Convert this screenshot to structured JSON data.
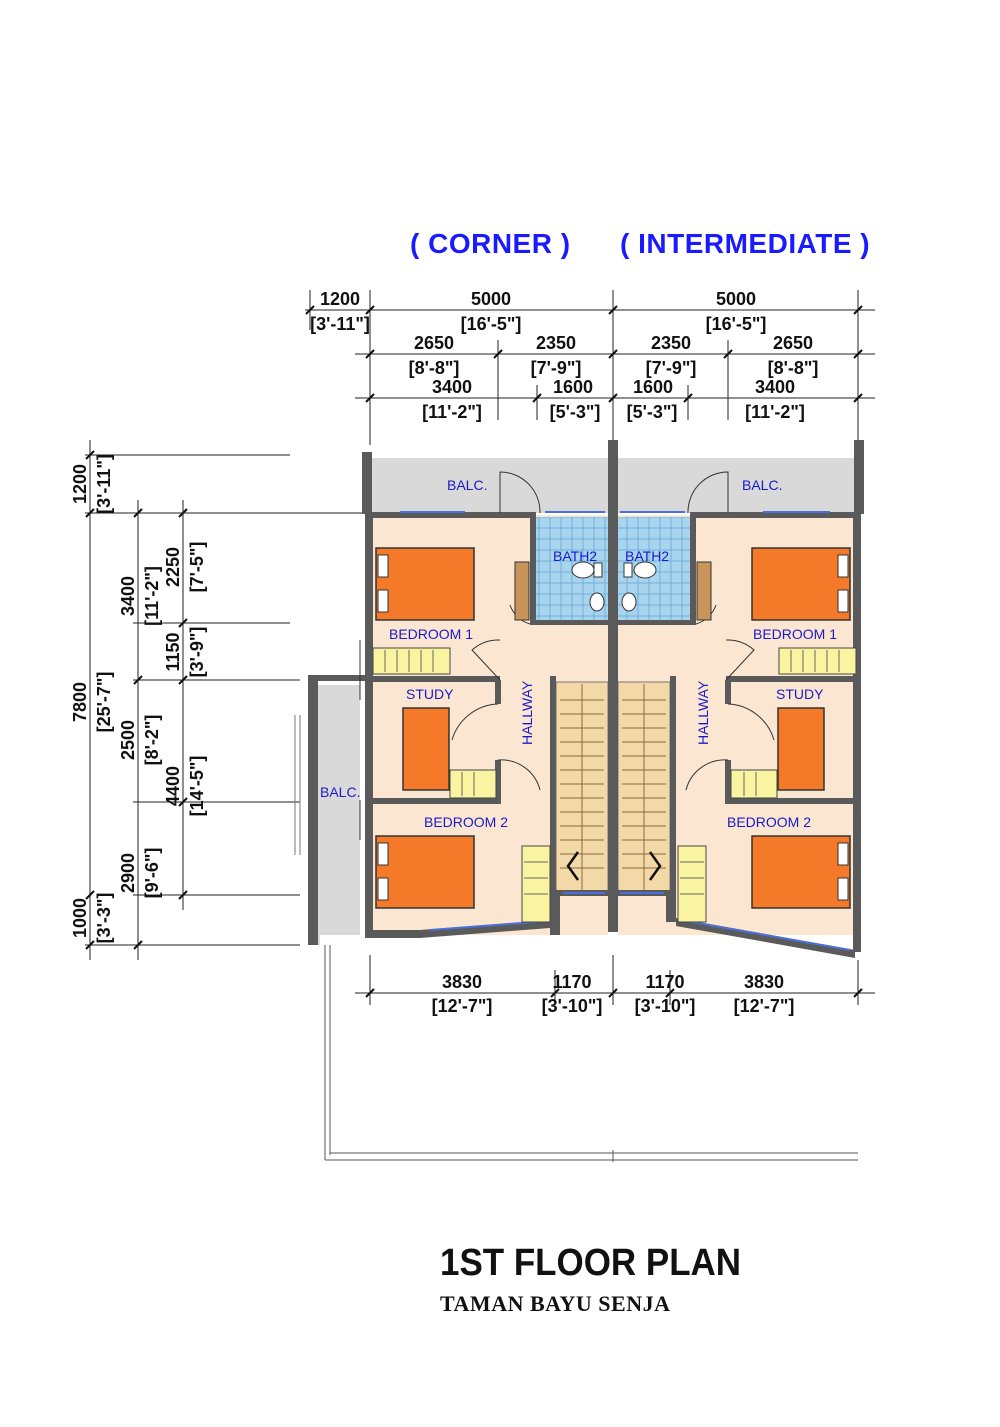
{
  "headings": {
    "corner": "( CORNER )",
    "intermediate": "( INTERMEDIATE )"
  },
  "title": "1ST FLOOR PLAN",
  "subtitle": "TAMAN BAYU SENJA",
  "rooms": {
    "balc_left_top": "BALC.",
    "balc_right_top": "BALC.",
    "bath2_left": "BATH2",
    "bath2_right": "BATH2",
    "bedroom1_left": "BEDROOM 1",
    "bedroom1_right": "BEDROOM 1",
    "study_left": "STUDY",
    "study_right": "STUDY",
    "hallway_left": "HALLWAY",
    "hallway_right": "HALLWAY",
    "balc_side": "BALC.",
    "bedroom2_left": "BEDROOM 2",
    "bedroom2_right": "BEDROOM 2"
  },
  "dims_top": {
    "r1a_mm": "1200",
    "r1a_ft": "[3'-11\"]",
    "r1b_mm": "5000",
    "r1b_ft": "[16'-5\"]",
    "r1c_mm": "5000",
    "r1c_ft": "[16'-5\"]",
    "r2a_mm": "2650",
    "r2a_ft": "[8'-8\"]",
    "r2b_mm": "2350",
    "r2b_ft": "[7'-9\"]",
    "r2c_mm": "2350",
    "r2c_ft": "[7'-9\"]",
    "r2d_mm": "2650",
    "r2d_ft": "[8'-8\"]",
    "r3a_mm": "3400",
    "r3a_ft": "[11'-2\"]",
    "r3b_mm": "1600",
    "r3b_ft": "[5'-3\"]",
    "r3c_mm": "1600",
    "r3c_ft": "[5'-3\"]",
    "r3d_mm": "3400",
    "r3d_ft": "[11'-2\"]"
  },
  "dims_bottom": {
    "a_mm": "3830",
    "a_ft": "[12'-7\"]",
    "b_mm": "1170",
    "b_ft": "[3'-10\"]",
    "c_mm": "1170",
    "c_ft": "[3'-10\"]",
    "d_mm": "3830",
    "d_ft": "[12'-7\"]"
  },
  "dims_left": {
    "c1a_mm": "1200",
    "c1a_ft": "[3'-11\"]",
    "c1b_mm": "7800",
    "c1b_ft": "[25'-7\"]",
    "c1c_mm": "1000",
    "c1c_ft": "[3'-3\"]",
    "c2a_mm": "3400",
    "c2a_ft": "[11'-2\"]",
    "c2b_mm": "4400",
    "c2b_ft": "[14'-5\"]",
    "c3a_mm": "2250",
    "c3a_ft": "[7'-5\"]",
    "c3b_mm": "1150",
    "c3b_ft": "[3'-9\"]",
    "c3c_mm": "2500",
    "c3c_ft": "[8'-2\"]",
    "c3d_mm": "2900",
    "c3d_ft": "[9'-6\"]"
  },
  "colors": {
    "wall": "#5a5a5a",
    "floor": "#fbe6d2",
    "balcony": "#d9d9d9",
    "bath_tile": "#a9d4ee",
    "bed": "#f47a2a",
    "stair": "#f4d9a8",
    "wardrobe": "#faf3a0",
    "text_blue": "#1a1acc"
  }
}
